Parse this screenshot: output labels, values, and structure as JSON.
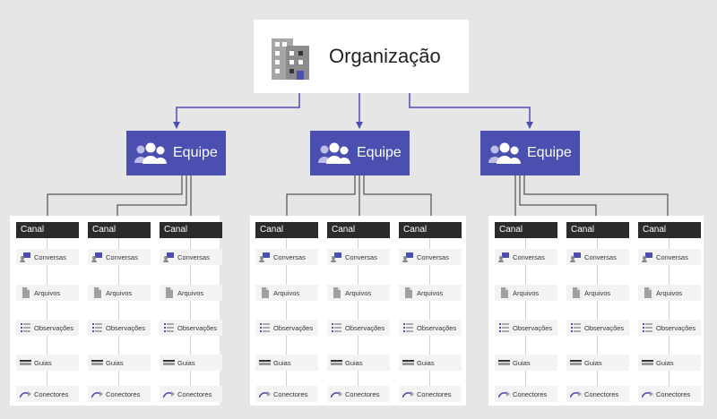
{
  "organization": {
    "label": "Organização",
    "icon": "building-icon"
  },
  "teams": [
    {
      "label": "Equipe",
      "icon": "people-icon"
    },
    {
      "label": "Equipe",
      "icon": "people-icon"
    },
    {
      "label": "Equipe",
      "icon": "people-icon"
    }
  ],
  "channel_header": "Canal",
  "channel_items": [
    {
      "label": "Conversas",
      "icon": "chat-icon"
    },
    {
      "label": "Arquivos",
      "icon": "file-icon"
    },
    {
      "label": "Observações",
      "icon": "notes-icon"
    },
    {
      "label": "Guias",
      "icon": "tabs-icon"
    },
    {
      "label": "Conectores",
      "icon": "connector-icon"
    }
  ],
  "colors": {
    "background": "#e6e6e6",
    "team": "#4b4fb0",
    "arrow": "#4b4fb0",
    "channel_header": "#2b2b2b",
    "line": "#333333"
  }
}
